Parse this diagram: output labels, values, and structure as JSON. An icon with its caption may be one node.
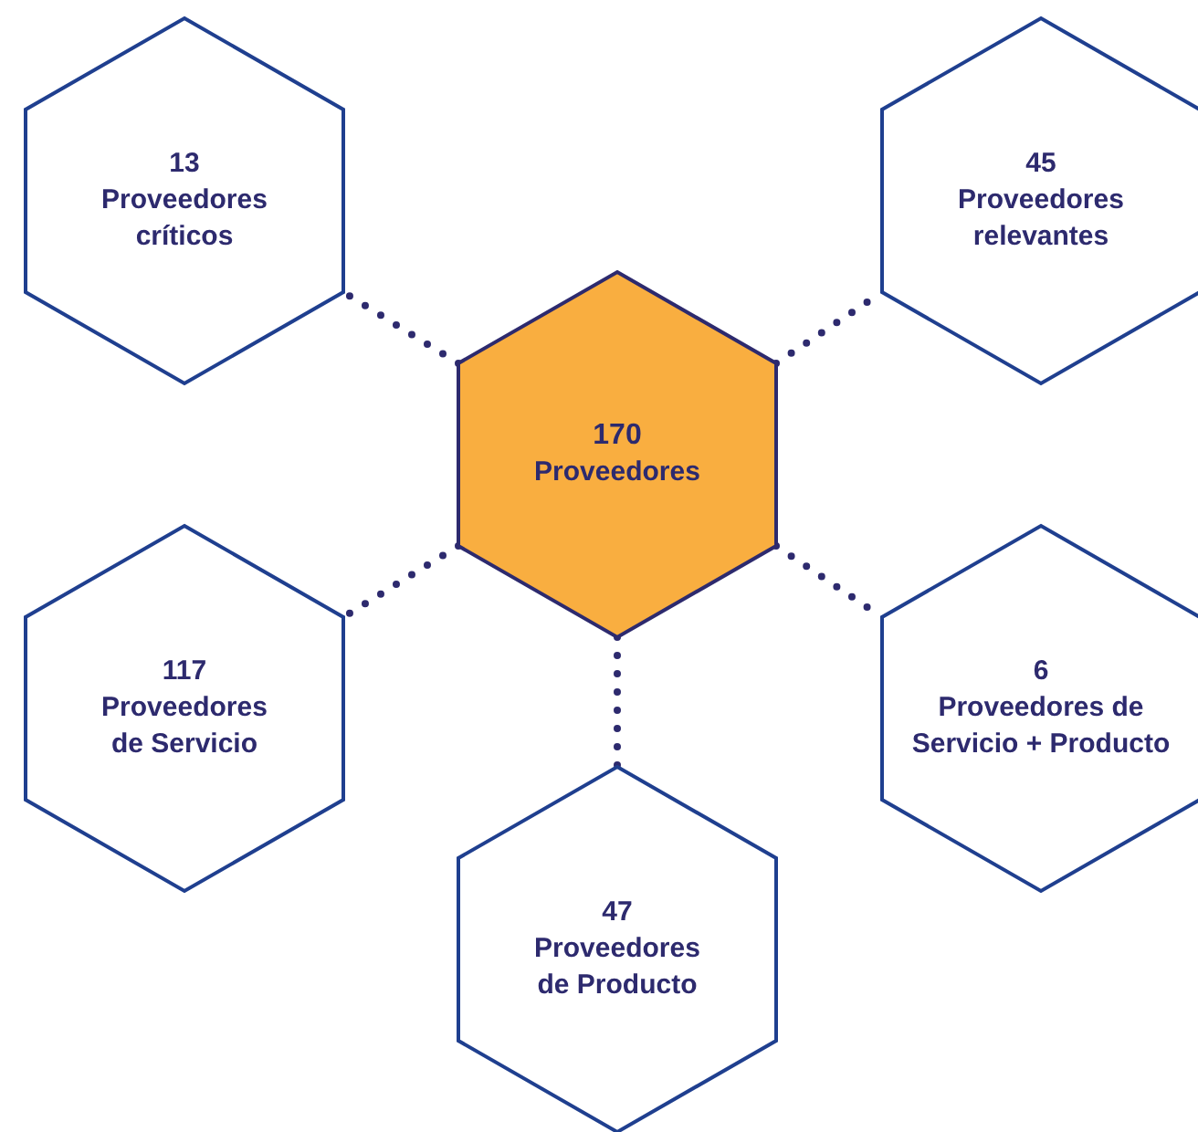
{
  "diagram": {
    "nodes": [
      {
        "text": [
          "13",
          "Proveedores críticos"
        ]
      },
      {
        "text": [
          "45",
          "Proveedores relevantes"
        ]
      },
      {
        "text": [
          "170",
          "Proveedores"
        ]
      },
      {
        "text": [
          "117",
          "Proveedores de Servicio"
        ]
      },
      {
        "text": [
          "6",
          "Proveedores de Servicio + Producto"
        ]
      },
      {
        "text": [
          "47",
          "Proveedores de Producto"
        ]
      }
    ],
    "edges": [
      {
        "from": 2,
        "to": 0,
        "arrow": "none"
      },
      {
        "from": 2,
        "to": 1,
        "arrow": "none"
      },
      {
        "from": 2,
        "to": 3,
        "arrow": "none"
      },
      {
        "from": 2,
        "to": 4,
        "arrow": "none"
      },
      {
        "from": 2,
        "to": 5,
        "arrow": "none"
      }
    ]
  }
}
